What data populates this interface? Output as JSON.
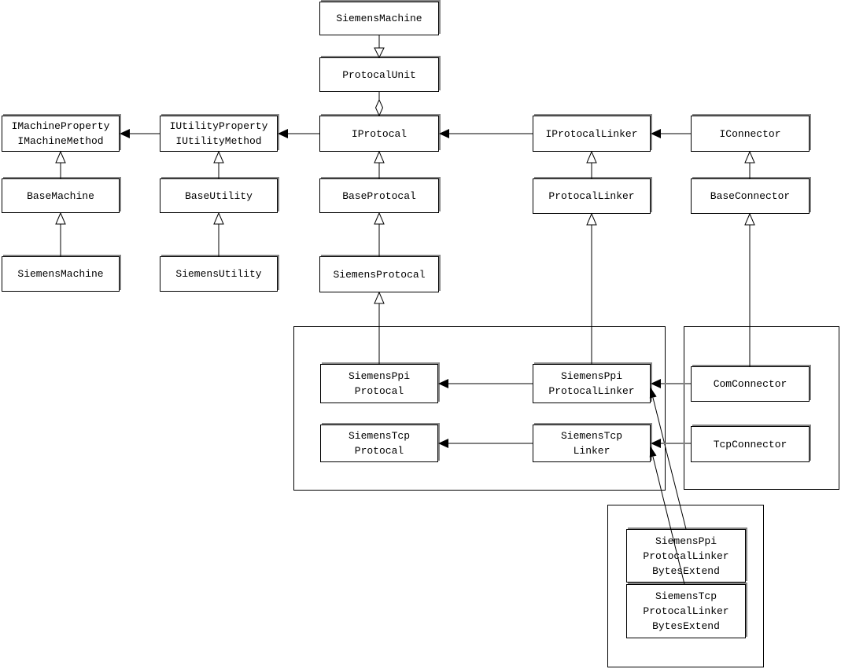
{
  "diagram_type": "uml-class-diagram",
  "colors": {
    "background": "#ffffff",
    "box_border": "#000000",
    "box_shadow_gray": "#878787",
    "dependency_line_gray": "#808080",
    "generalization_line_black": "#000000",
    "text": "#000000"
  },
  "nodes": {
    "siemens_machine_top": {
      "lines": [
        "SiemensMachine"
      ]
    },
    "protocal_unit": {
      "lines": [
        "ProtocalUnit"
      ]
    },
    "imachine": {
      "lines": [
        "IMachineProperty",
        "IMachineMethod"
      ]
    },
    "iutility": {
      "lines": [
        "IUtilityProperty",
        "IUtilityMethod"
      ]
    },
    "iprotocal": {
      "lines": [
        "IProtocal"
      ]
    },
    "iprotocal_linker": {
      "lines": [
        "IProtocalLinker"
      ]
    },
    "iconnector": {
      "lines": [
        "IConnector"
      ]
    },
    "base_machine": {
      "lines": [
        "BaseMachine"
      ]
    },
    "base_utility": {
      "lines": [
        "BaseUtility"
      ]
    },
    "base_protocal": {
      "lines": [
        "BaseProtocal"
      ]
    },
    "protocal_linker": {
      "lines": [
        "ProtocalLinker"
      ]
    },
    "base_connector": {
      "lines": [
        "BaseConnector"
      ]
    },
    "siemens_machine": {
      "lines": [
        "SiemensMachine"
      ]
    },
    "siemens_utility": {
      "lines": [
        "SiemensUtility"
      ]
    },
    "siemens_protocal": {
      "lines": [
        "SiemensProtocal"
      ]
    },
    "siemens_ppi_protocal": {
      "lines": [
        "SiemensPpi",
        "Protocal"
      ]
    },
    "siemens_tcp_protocal": {
      "lines": [
        "SiemensTcp",
        "Protocal"
      ]
    },
    "siemens_ppi_protocal_linker": {
      "lines": [
        "SiemensPpi",
        "ProtocalLinker"
      ]
    },
    "siemens_tcp_linker": {
      "lines": [
        "SiemensTcp",
        "Linker"
      ]
    },
    "com_connector": {
      "lines": [
        "ComConnector"
      ]
    },
    "tcp_connector": {
      "lines": [
        "TcpConnector"
      ]
    },
    "siemens_ppi_protocal_linker_bytes_extend": {
      "lines": [
        "SiemensPpi",
        "ProtocalLinker",
        "BytesExtend"
      ]
    },
    "siemens_tcp_protocal_linker_bytes_extend": {
      "lines": [
        "SiemensTcp",
        "ProtocalLinker",
        "BytesExtend"
      ]
    }
  },
  "relations": [
    {
      "from": "SiemensMachine",
      "to": "ProtocalUnit",
      "type": "hollow-triangle"
    },
    {
      "from": "ProtocalUnit",
      "to": "IProtocal",
      "type": "hollow-diamond-aggregation"
    },
    {
      "from": "IProtocal",
      "to": "IUtilityProperty/IUtilityMethod",
      "type": "filled-arrow"
    },
    {
      "from": "IUtilityProperty/IUtilityMethod",
      "to": "IMachineProperty/IMachineMethod",
      "type": "filled-arrow"
    },
    {
      "from": "IProtocalLinker",
      "to": "IProtocal",
      "type": "filled-arrow"
    },
    {
      "from": "IConnector",
      "to": "IProtocalLinker",
      "type": "filled-arrow"
    },
    {
      "from": "BaseMachine",
      "to": "IMachineProperty/IMachineMethod",
      "type": "hollow-triangle"
    },
    {
      "from": "SiemensMachine",
      "to": "BaseMachine",
      "type": "hollow-triangle"
    },
    {
      "from": "BaseUtility",
      "to": "IUtilityProperty/IUtilityMethod",
      "type": "hollow-triangle"
    },
    {
      "from": "SiemensUtility",
      "to": "BaseUtility",
      "type": "hollow-triangle"
    },
    {
      "from": "BaseProtocal",
      "to": "IProtocal",
      "type": "hollow-triangle"
    },
    {
      "from": "SiemensProtocal",
      "to": "BaseProtocal",
      "type": "hollow-triangle"
    },
    {
      "from": "ProtocalLinker",
      "to": "IProtocalLinker",
      "type": "hollow-triangle"
    },
    {
      "from": "BaseConnector",
      "to": "IConnector",
      "type": "hollow-triangle"
    },
    {
      "from": "SiemensPpiProtocal",
      "to": "SiemensProtocal",
      "type": "hollow-triangle"
    },
    {
      "from": "SiemensPpiProtocalLinker",
      "to": "ProtocalLinker",
      "type": "hollow-triangle"
    },
    {
      "from": "ComConnector",
      "to": "BaseConnector",
      "type": "hollow-triangle"
    },
    {
      "from": "SiemensPpiProtocalLinker",
      "to": "SiemensPpiProtocal",
      "type": "filled-arrow"
    },
    {
      "from": "SiemensTcpLinker",
      "to": "SiemensTcpProtocal",
      "type": "filled-arrow"
    },
    {
      "from": "ComConnector",
      "to": "SiemensPpiProtocalLinker",
      "type": "filled-arrow"
    },
    {
      "from": "TcpConnector",
      "to": "SiemensTcpLinker",
      "type": "filled-arrow"
    },
    {
      "from": "SiemensPpiProtocalLinkerBytesExtend",
      "to": "SiemensPpiProtocalLinker",
      "type": "filled-arrow"
    },
    {
      "from": "SiemensTcpProtocalLinkerBytesExtend",
      "to": "SiemensTcpLinker",
      "type": "filled-arrow"
    }
  ]
}
